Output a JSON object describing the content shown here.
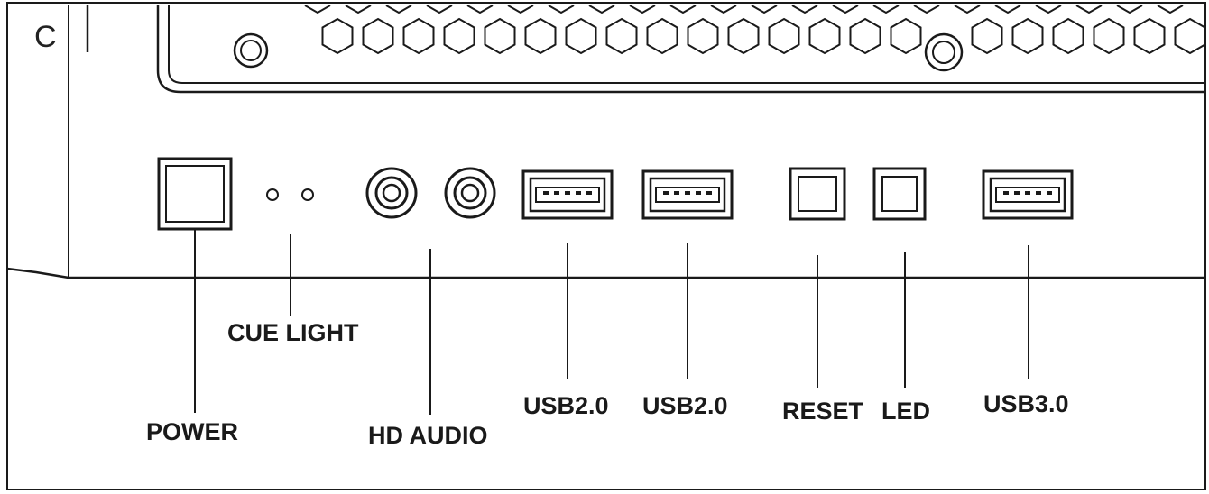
{
  "corner_mark": "C",
  "labels": {
    "power": "POWER",
    "cue_light": "CUE LIGHT",
    "hd_audio": "HD AUDIO",
    "usb2_a": "USB2.0",
    "usb2_b": "USB2.0",
    "reset": "RESET",
    "led": "LED",
    "usb3": "USB3.0"
  },
  "colors": {
    "line": "#1a1a1a",
    "text": "#1a1a1a",
    "background": "#ffffff"
  }
}
